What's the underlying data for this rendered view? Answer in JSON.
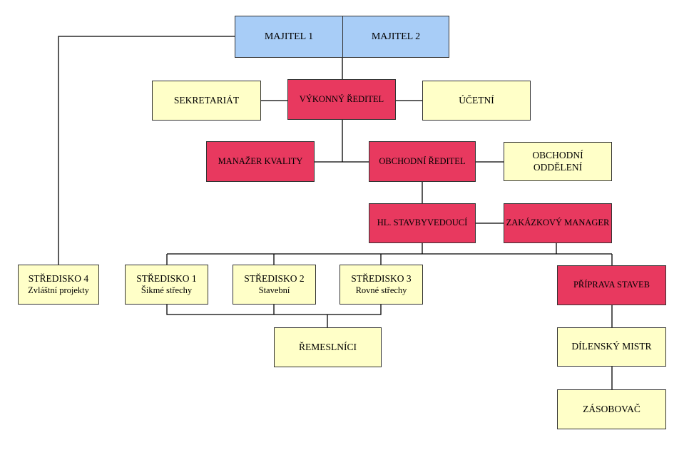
{
  "owners": [
    "MAJITEL 1",
    "MAJITEL 2"
  ],
  "colors": {
    "owner": "#a8cdf7",
    "management": "#e8395f",
    "department": "#ffffc8",
    "line": "#000000"
  },
  "nodes": {
    "sekretariat": "SEKRETARIÁT",
    "vykonny_reditel": "VÝKONNÝ ŘEDITEL",
    "ucetni": "ÚČETNÍ",
    "manazer_kvality": "MANAŽER KVALITY",
    "obchodni_reditel": "OBCHODNÍ ŘEDITEL",
    "obchodni_oddeleni": [
      "OBCHODNÍ",
      "ODDĚLENÍ"
    ],
    "hl_stavbyvedouci": "HL. STAVBYVEDOUCÍ",
    "zakazkovy_manager": "ZAKÁZKOVÝ MANAGER",
    "stredisko4": {
      "title": "STŘEDISKO 4",
      "subtitle": "Zvláštní projekty"
    },
    "stredisko1": {
      "title": "STŘEDISKO 1",
      "subtitle": "Šikmé střechy"
    },
    "stredisko2": {
      "title": "STŘEDISKO 2",
      "subtitle": "Stavební"
    },
    "stredisko3": {
      "title": "STŘEDISKO 3",
      "subtitle": "Rovné střechy"
    },
    "priprava_staveb": "PŘÍPRAVA STAVEB",
    "remeslnici": "ŘEMESLNÍCI",
    "dilensky_mistr": "DÍLENSKÝ MISTR",
    "zasobovac": "ZÁSOBOVAČ"
  }
}
